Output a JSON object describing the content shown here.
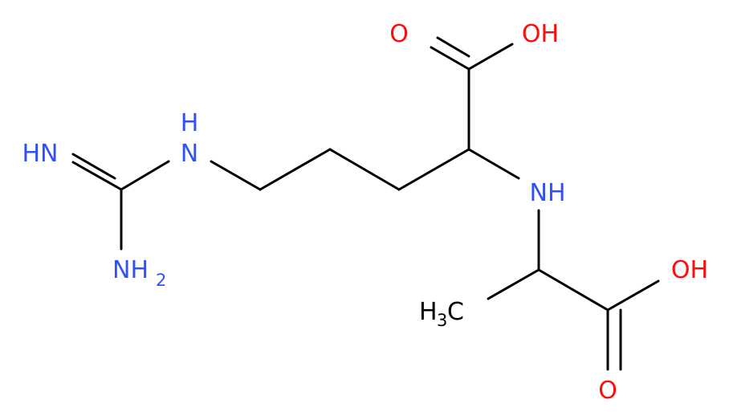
{
  "molecule": {
    "atoms": {
      "carboxyl_top_o": "O",
      "carboxyl_top_oh": "OH",
      "imine_nh": "HN",
      "guanidine_nh": "N",
      "guanidine_nh_h": "H",
      "amine_nh2": "NH",
      "amine_nh2_sub": "2",
      "secondary_nh": "NH",
      "carboxyl_bottom_oh": "OH",
      "methyl": "H",
      "methyl_c": "C",
      "methyl_sub": "3",
      "carboxyl_bottom_o": "O"
    },
    "colors": {
      "bond": "#000000",
      "oxygen": "#ff0d0d",
      "nitrogen": "#3050f8",
      "carbon": "#000000"
    }
  }
}
